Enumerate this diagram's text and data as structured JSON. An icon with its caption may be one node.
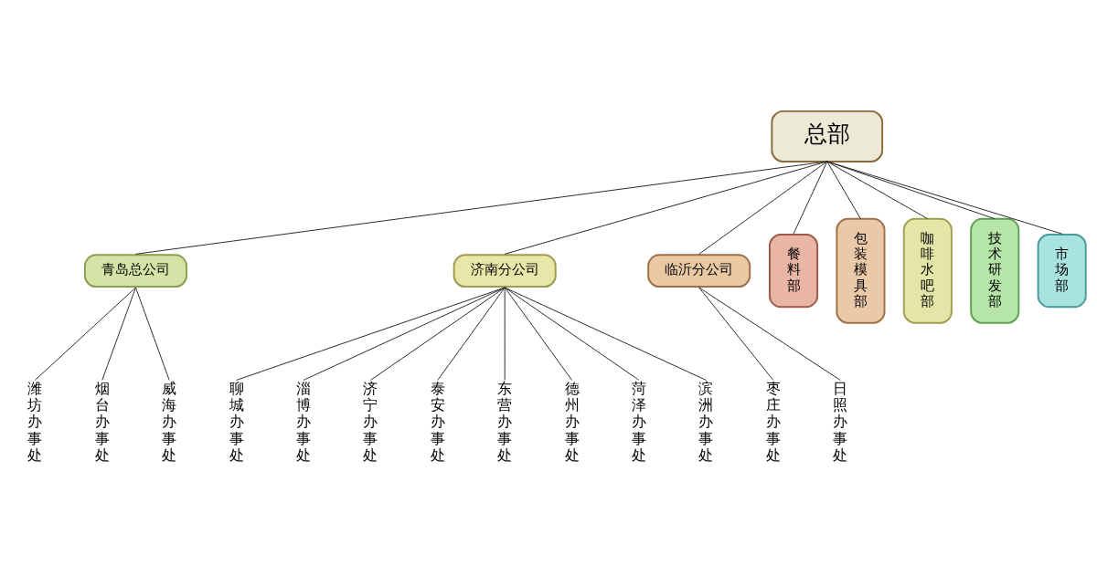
{
  "diagram": {
    "nodes": [
      {
        "text": [
          "总部"
        ]
      },
      {
        "text": [
          "青岛总公司"
        ]
      },
      {
        "text": [
          "济南分公司"
        ]
      },
      {
        "text": [
          "临沂分公司"
        ]
      },
      {
        "text": [
          "餐料部"
        ]
      },
      {
        "text": [
          "包装模具部"
        ]
      },
      {
        "text": [
          "咖啡水吧部"
        ]
      },
      {
        "text": [
          "技术研发部"
        ]
      },
      {
        "text": [
          "市场部"
        ]
      },
      {
        "text": [
          "潍坊办事处"
        ]
      },
      {
        "text": [
          "烟台办事处"
        ]
      },
      {
        "text": [
          "威海办事处"
        ]
      },
      {
        "text": [
          "聊城办事处"
        ]
      },
      {
        "text": [
          "淄博办事处"
        ]
      },
      {
        "text": [
          "济宁办事处"
        ]
      },
      {
        "text": [
          "泰安办事处"
        ]
      },
      {
        "text": [
          "东营办事处"
        ]
      },
      {
        "text": [
          "德州办事处"
        ]
      },
      {
        "text": [
          "菏泽办事处"
        ]
      },
      {
        "text": [
          "滨洲办事处"
        ]
      },
      {
        "text": [
          "枣庄办事处"
        ]
      },
      {
        "text": [
          "日照办事处"
        ]
      }
    ],
    "edges": [
      {
        "from": 0,
        "to": 1,
        "arrow": "none"
      },
      {
        "from": 0,
        "to": 2,
        "arrow": "none"
      },
      {
        "from": 0,
        "to": 3,
        "arrow": "none"
      },
      {
        "from": 0,
        "to": 4,
        "arrow": "none"
      },
      {
        "from": 0,
        "to": 5,
        "arrow": "none"
      },
      {
        "from": 0,
        "to": 6,
        "arrow": "none"
      },
      {
        "from": 0,
        "to": 7,
        "arrow": "none"
      },
      {
        "from": 0,
        "to": 8,
        "arrow": "none"
      },
      {
        "from": 1,
        "to": 9,
        "arrow": "none"
      },
      {
        "from": 1,
        "to": 10,
        "arrow": "none"
      },
      {
        "from": 1,
        "to": 11,
        "arrow": "none"
      },
      {
        "from": 2,
        "to": 12,
        "arrow": "none"
      },
      {
        "from": 2,
        "to": 13,
        "arrow": "none"
      },
      {
        "from": 2,
        "to": 14,
        "arrow": "none"
      },
      {
        "from": 2,
        "to": 15,
        "arrow": "none"
      },
      {
        "from": 2,
        "to": 16,
        "arrow": "none"
      },
      {
        "from": 2,
        "to": 17,
        "arrow": "none"
      },
      {
        "from": 2,
        "to": 18,
        "arrow": "none"
      },
      {
        "from": 2,
        "to": 19,
        "arrow": "none"
      },
      {
        "from": 3,
        "to": 20,
        "arrow": "none"
      },
      {
        "from": 3,
        "to": 21,
        "arrow": "none"
      }
    ]
  }
}
